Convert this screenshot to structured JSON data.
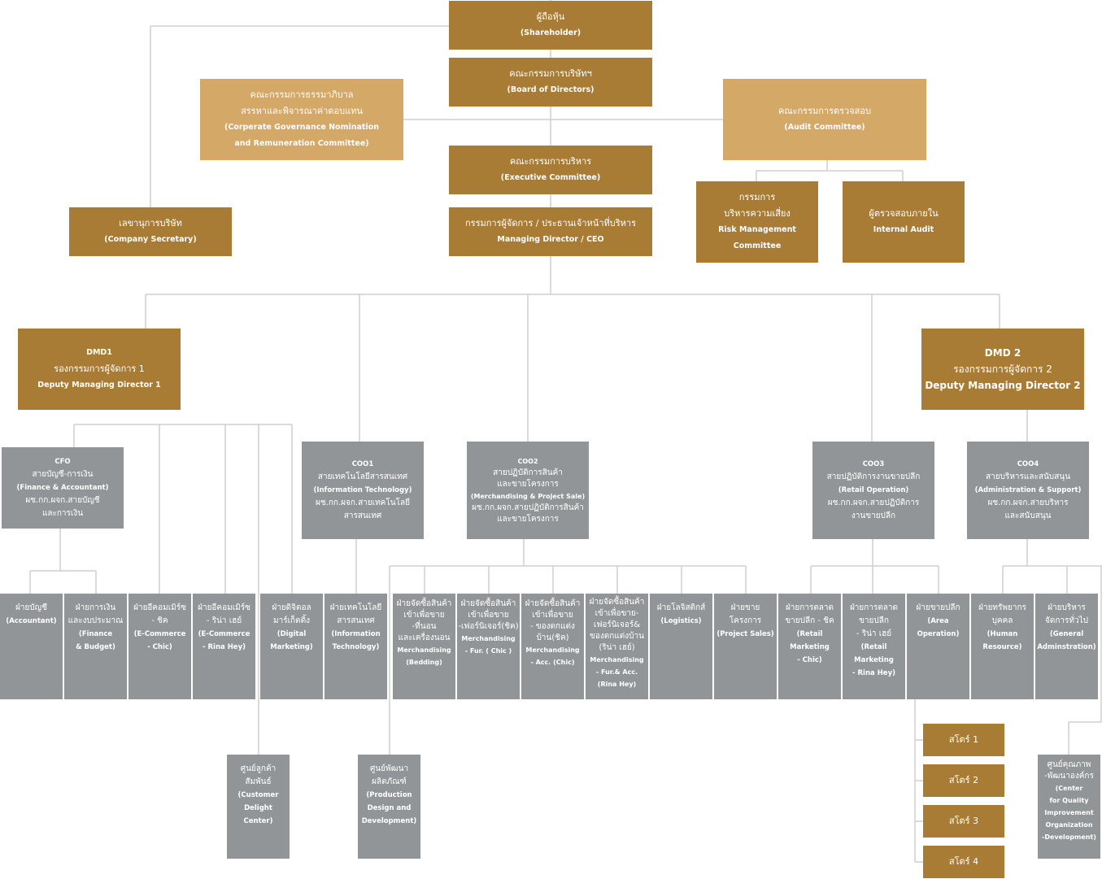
{
  "title": "Organization Chart",
  "colors": {
    "primary_gold": "#a97c35",
    "committee_tan": "#d4a866",
    "department_gray": "#929597",
    "connector": "#cfcfcf",
    "text": "#ffffff"
  },
  "nodes": {
    "shareholder": {
      "lines": [
        "ผู้ถือหุ้น",
        "(Shareholder)"
      ]
    },
    "board": {
      "lines": [
        "คณะกรรมการบริษัทฯ",
        "(Board of Directors)"
      ]
    },
    "governance": {
      "lines": [
        "คณะกรรมการธรรมาภิบาล",
        "สรรหาและพิจารณาค่าตอบแทน",
        "(Corperate  Governance  Nomination",
        "and Remuneration Committee)"
      ]
    },
    "audit_committee": {
      "lines": [
        "คณะกรรมการตรวจสอบ",
        "(Audit Committee)"
      ]
    },
    "executive": {
      "lines": [
        "คณะกรรมการบริหาร",
        "(Executive Committee)"
      ]
    },
    "risk": {
      "lines": [
        "กรรมการ",
        "บริหารความเสี่ยง",
        "Risk Management",
        "Committee"
      ]
    },
    "internal_audit": {
      "lines": [
        "ผู้ตรวจสอบภายใน",
        "Internal Audit"
      ]
    },
    "secretary": {
      "lines": [
        "เลขานุการบริษัท",
        "(Company  Secretary)"
      ]
    },
    "ceo": {
      "lines": [
        "กรรมการผู้จัดการ / ประธานเจ้าหน้าที่บริหาร",
        "Managing Director / CEO"
      ]
    },
    "dmd1": {
      "lines": [
        "DMD1",
        "รองกรรมการผู้จัดการ 1",
        "Deputy Managing Director 1"
      ]
    },
    "dmd2": {
      "lines": [
        "DMD 2",
        "รองกรรมการผู้จัดการ 2",
        "Deputy Managing Director 2"
      ]
    },
    "cfo": {
      "lines": [
        "CFO",
        "สายบัญชี-การเงิน",
        "(Finance & Accountant)",
        "ผช.กก.ผจก.สายบัญชี",
        "และการเงิน"
      ]
    },
    "coo1": {
      "lines": [
        "COO1",
        "สายเทคโนโลยีสารสนเทศ",
        "(Information Technology)",
        "ผช.กก.ผจก.สายเทคโนโลยี",
        "สารสนเทศ"
      ]
    },
    "coo2": {
      "lines": [
        "COO2",
        "สายปฏิบัติการสินค้า",
        "และขายโครงการ",
        "(Merchandising & Project Sale)",
        "ผช.กก.ผจก.สายปฏิบัติการสินค้า",
        "และขายโครงการ"
      ]
    },
    "coo3": {
      "lines": [
        "COO3",
        "สายปฏิบัติการงานขายปลีก",
        "(Retail Operation)",
        "ผช.กก.ผจก.สายปฏิบัติการ",
        "งานขายปลีก"
      ]
    },
    "coo4": {
      "lines": [
        "COO4",
        "สายบริหารและสนับสนุน",
        "(Administration & Support)",
        "ผช.กก.ผจก.สายบริหาร",
        "และสนับสนุน"
      ]
    },
    "d_accountant": {
      "lines": [
        "ฝ่ายบัญชี",
        "(Accountant)"
      ]
    },
    "d_finance": {
      "lines": [
        "ฝ่ายการเงิน",
        "และงบประมาณ",
        "(Finance",
        "& Budget)"
      ]
    },
    "d_ecom_chic": {
      "lines": [
        "ฝ่ายอีคอมเมิร์ซ",
        "- ชิค",
        "(E-Commerce",
        "- Chic)"
      ]
    },
    "d_ecom_rina": {
      "lines": [
        "ฝ่ายอีคอมเมิร์ซ",
        "- ริน่า เฮย์",
        "(E-Commerce",
        "- Rina Hey)"
      ]
    },
    "d_digital": {
      "lines": [
        "ฝ่ายดิจิตอล",
        "มาร์เก็ตติ้ง",
        "(Digital",
        "Marketing)"
      ]
    },
    "d_it": {
      "lines": [
        "ฝ่ายเทคโนโลยี",
        "สารสนเทศ",
        "(Information",
        "Technology)"
      ]
    },
    "d_bedding": {
      "lines": [
        "ฝ่ายจัดซื้อสินค้า",
        "เข้าเพื่อขาย",
        "-ที่นอน",
        "และเครื่องนอน",
        "Merchandising",
        "(Bedding)"
      ]
    },
    "d_fur_chic": {
      "lines": [
        "ฝ่ายจัดซื้อสินค้า",
        "เข้าเพื่อขาย",
        "-เฟอร์นิเจอร์(ชิค)",
        "Merchandising",
        "- Fur. ( Chic )"
      ]
    },
    "d_acc_chic": {
      "lines": [
        "ฝ่ายจัดซื้อสินค้า",
        "เข้าเพื่อขาย",
        "- ของตกแต่ง",
        "บ้าน(ชิค)",
        "Merchandising",
        "- Acc. (Chic)"
      ]
    },
    "d_fur_rina": {
      "lines": [
        "ฝ่ายจัดซื้อสินค้า",
        "เข้าเพื่อขาย-",
        "เฟอร์นิเจอร์&",
        "ของตกแต่งบ้าน",
        "(ริน่า เฮย์)",
        "Merchandising",
        "- Fur.& Acc.",
        "(Rina Hey)"
      ]
    },
    "d_logistics": {
      "lines": [
        "ฝ่ายโลจิสติกส์",
        "(Logistics)"
      ]
    },
    "d_project": {
      "lines": [
        "ฝ่ายขาย",
        "โครงการ",
        "(Project Sales)"
      ]
    },
    "d_rm_chic": {
      "lines": [
        "ฝ่ายการตลาด",
        "ขายปลีก - ชิค",
        "(Retail",
        "Marketing",
        "-  Chic)"
      ]
    },
    "d_rm_rina": {
      "lines": [
        "ฝ่ายการตลาด",
        "ขายปลีก",
        "- ริน่า เฮย์",
        "(Retail",
        "Marketing",
        "- Rina Hey)"
      ]
    },
    "d_area": {
      "lines": [
        "ฝ่ายขายปลีก",
        "(Area",
        "Operation)"
      ]
    },
    "d_hr": {
      "lines": [
        "ฝ่ายทรัพยากร",
        "บุคคล",
        "(Human",
        "Resource)"
      ]
    },
    "d_ga": {
      "lines": [
        "ฝ่ายบริหาร",
        "จัดการทั่วไป",
        "(General",
        "Adminstration)"
      ]
    },
    "customer_center": {
      "lines": [
        "ศูนย์ลูกค้า",
        "สัมพันธ์",
        "(Customer",
        "Delight Center)"
      ]
    },
    "product_center": {
      "lines": [
        "ศูนย์พัฒนา",
        "ผลิตภัณฑ์",
        "(Production",
        "Design and",
        "Development)"
      ]
    },
    "quality_center": {
      "lines": [
        "ศูนย์คุณภาพ",
        "-พัฒนาองค์กร",
        "(Center",
        "for Quality",
        "Improvement",
        "Organization",
        "-Development)"
      ]
    },
    "store1": {
      "lines": [
        "สโตร์ 1"
      ]
    },
    "store2": {
      "lines": [
        "สโตร์ 2"
      ]
    },
    "store3": {
      "lines": [
        "สโตร์ 3"
      ]
    },
    "store4": {
      "lines": [
        "สโตร์ 4"
      ]
    }
  }
}
